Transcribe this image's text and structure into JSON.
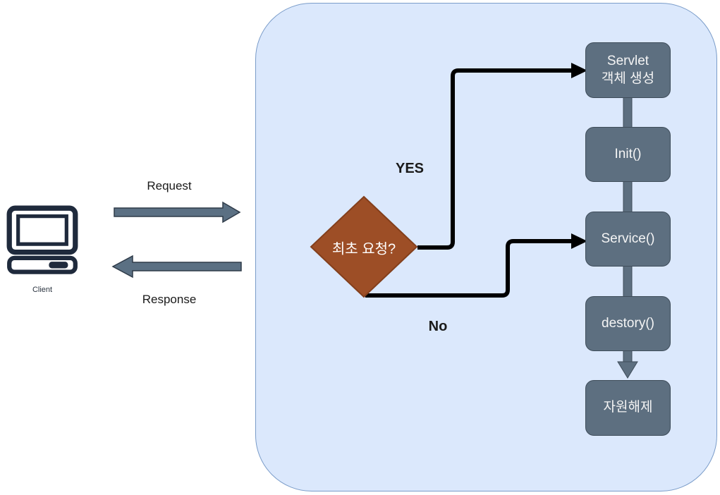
{
  "client": {
    "label": "Client"
  },
  "arrows": {
    "request_label": "Request",
    "response_label": "Response"
  },
  "flowchart": {
    "decision": {
      "label": "최초 요청?"
    },
    "yes_label": "YES",
    "no_label": "No",
    "steps": [
      {
        "label": "Servlet\n객체 생성"
      },
      {
        "label": "Init()"
      },
      {
        "label": "Service()"
      },
      {
        "label": "destory()"
      },
      {
        "label": "자원해제"
      }
    ]
  },
  "colors": {
    "container-fill": "#dbe8fc",
    "container-stroke": "#7a9cc9",
    "box-fill": "#5d6f80",
    "box-stroke": "#3f4d5a",
    "box-text": "#f5f5f5",
    "diamond-fill": "#9d4e26",
    "diamond-stroke": "#833f1c",
    "diamond-text": "#ffffff",
    "thick-arrow-fill": "#5b7083",
    "thick-arrow-stroke": "#2f3b49",
    "flow-line": "#000000",
    "icon-color": "#1f2a3c",
    "label-text": "#1a1a1a"
  }
}
